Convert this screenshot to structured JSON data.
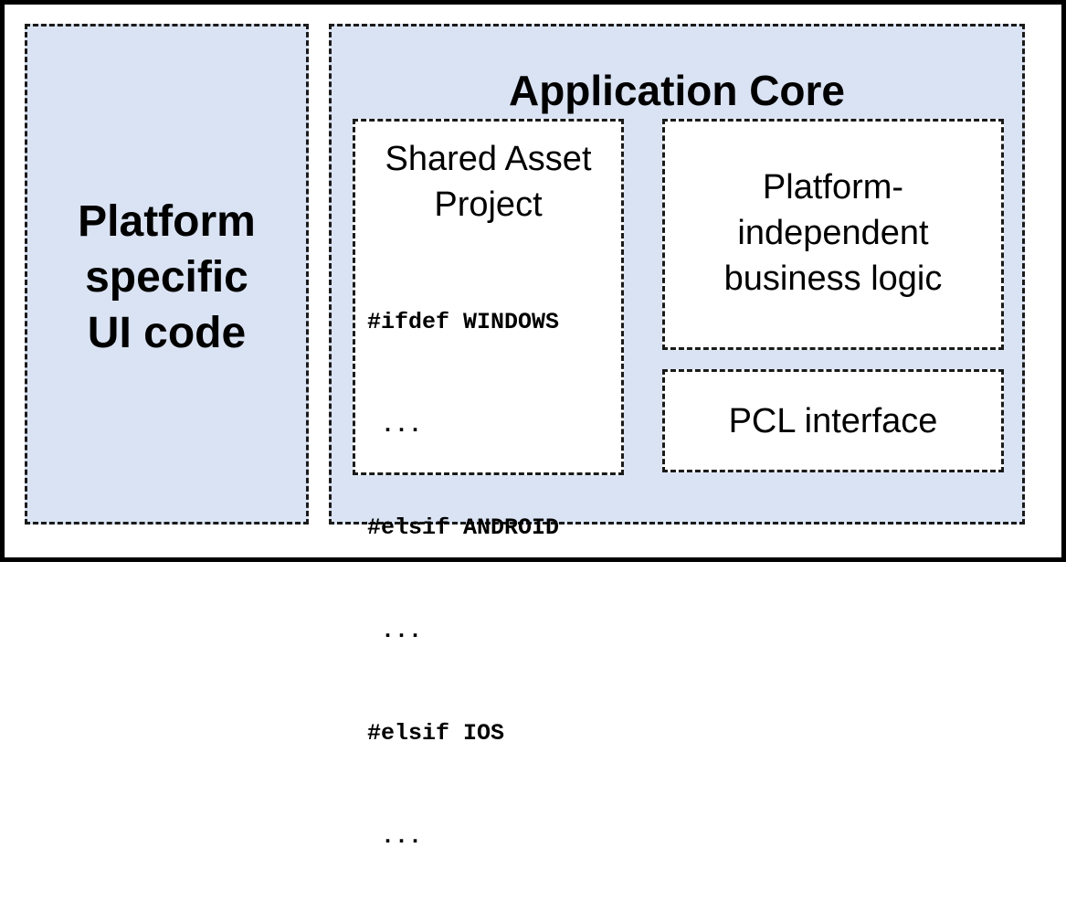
{
  "platform_panel": {
    "lines": [
      "Platform",
      "specific",
      "UI code"
    ]
  },
  "core_panel": {
    "title": "Application Core"
  },
  "shared_asset_project": {
    "title_lines": [
      "Shared Asset",
      "Project"
    ],
    "code_lines": [
      "#ifdef WINDOWS",
      " ...",
      "#elsif ANDROID",
      " ...",
      "#elsif IOS",
      " ..."
    ]
  },
  "business_logic": {
    "lines": [
      "Platform-",
      "independent",
      "business logic"
    ]
  },
  "pcl_interface": {
    "label": "PCL interface"
  },
  "colors": {
    "panel_fill": "#dae3f3",
    "box_fill": "#ffffff",
    "border": "#000000"
  }
}
